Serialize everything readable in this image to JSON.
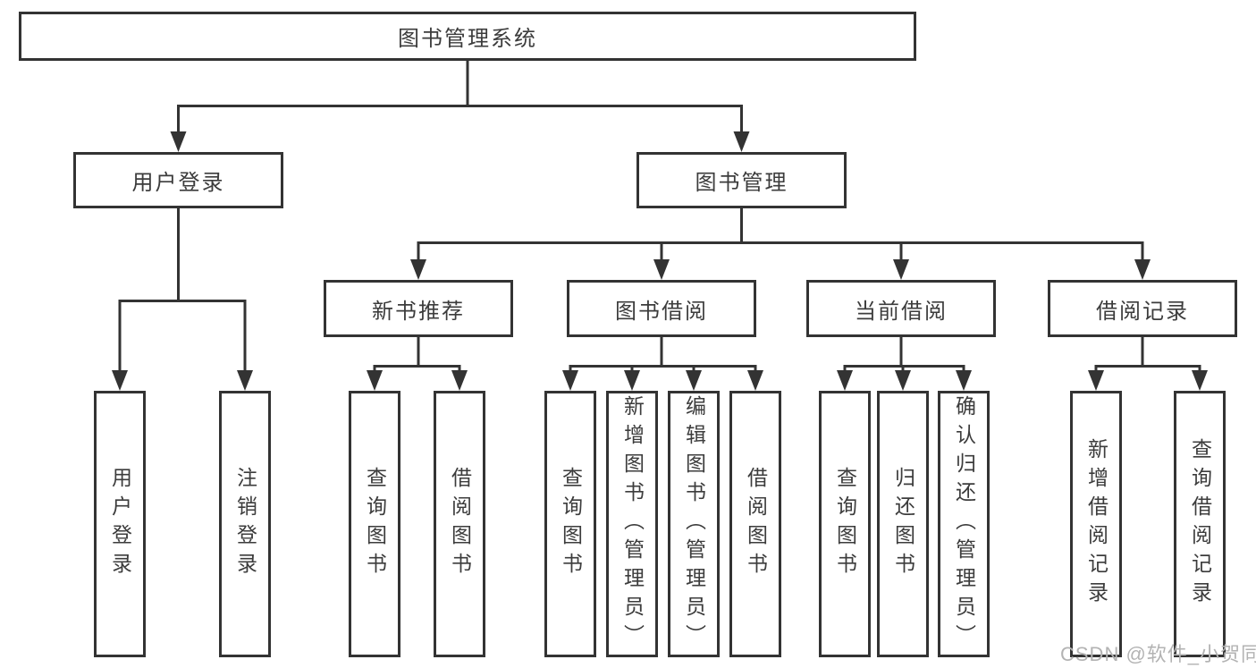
{
  "tree": {
    "root": "图书管理系统",
    "children": [
      {
        "label": "用户登录",
        "children": [
          {
            "label": "用户登录"
          },
          {
            "label": "注销登录"
          }
        ]
      },
      {
        "label": "图书管理",
        "children": [
          {
            "label": "新书推荐",
            "children": [
              {
                "label": "查询图书"
              },
              {
                "label": "借阅图书"
              }
            ]
          },
          {
            "label": "图书借阅",
            "children": [
              {
                "label": "查询图书"
              },
              {
                "label": "新增图书（管理员）"
              },
              {
                "label": "编辑图书（管理员）"
              },
              {
                "label": "借阅图书"
              }
            ]
          },
          {
            "label": "当前借阅",
            "children": [
              {
                "label": "查询图书"
              },
              {
                "label": "归还图书"
              },
              {
                "label": "确认归还（管理员）"
              }
            ]
          },
          {
            "label": "借阅记录",
            "children": [
              {
                "label": "新增借阅记录"
              },
              {
                "label": "查询借阅记录"
              }
            ]
          }
        ]
      }
    ]
  },
  "watermark": "CSDN @软件_小贺同学",
  "colors": {
    "line": "#333333",
    "box_border": "#333333",
    "text": "#3c3c3c",
    "watermark": "#b3b3b3",
    "background": "#ffffff"
  }
}
